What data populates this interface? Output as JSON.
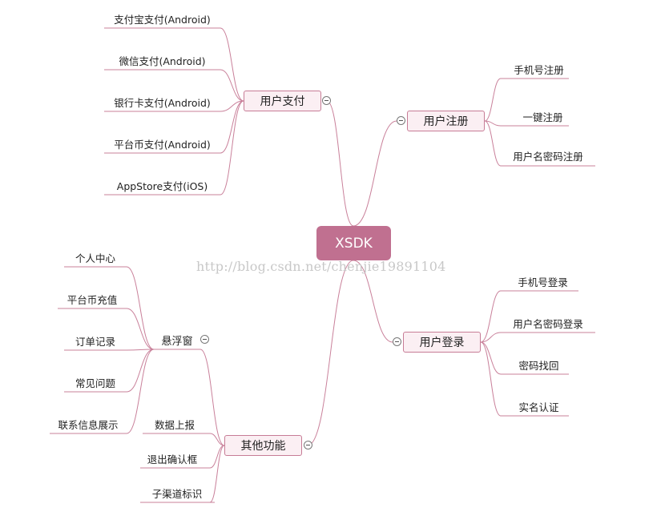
{
  "root": {
    "label": "XSDK"
  },
  "branches": {
    "payment": {
      "label": "用户支付",
      "items": [
        "支付宝支付(Android)",
        "微信支付(Android)",
        "银行卡支付(Android)",
        "平台币支付(Android)",
        "AppStore支付(iOS)"
      ]
    },
    "register": {
      "label": "用户注册",
      "items": [
        "手机号注册",
        "一键注册",
        "用户名密码注册"
      ]
    },
    "login": {
      "label": "用户登录",
      "items": [
        "手机号登录",
        "用户名密码登录",
        "密码找回",
        "实名认证"
      ]
    },
    "other": {
      "label": "其他功能",
      "float": {
        "label": "悬浮窗",
        "items": [
          "个人中心",
          "平台币充值",
          "订单记录",
          "常见问题",
          "联系信息展示"
        ]
      },
      "items": [
        "数据上报",
        "退出确认框",
        "子渠道标识"
      ]
    }
  },
  "watermark": "http://blog.csdn.net/chenjie19891104",
  "colors": {
    "line": "#c9809a",
    "root_fill": "#c07090",
    "branch_fill": "#fbeff3"
  }
}
